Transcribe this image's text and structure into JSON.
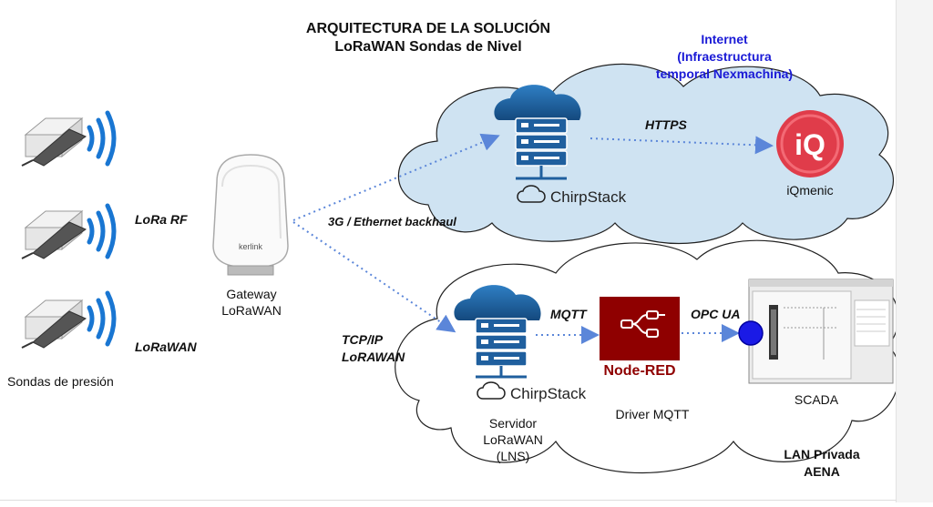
{
  "title": {
    "line1": "ARQUITECTURA DE LA SOLUCIÓN",
    "line2": "LoRaWAN Sondas de Nivel"
  },
  "internet_cloud": {
    "line1": "Internet",
    "line2": "(Infraestructura",
    "line3": "temporal Nexmachina)"
  },
  "lan_cloud": {
    "line1": "LAN Privada",
    "line2": "AENA"
  },
  "labels": {
    "lora_rf": "LoRa RF",
    "lorawan": "LoRaWAN",
    "sondas": "Sondas de presión",
    "gateway_line1": "Gateway",
    "gateway_line2": "LoRaWAN",
    "backhaul": "3G / Ethernet backhaul",
    "tcpip_line1": "TCP/IP",
    "tcpip_line2": "LoRAWAN",
    "https": "HTTPS",
    "mqtt": "MQTT",
    "opcua": "OPC UA",
    "iqmenic": "iQmenic",
    "servidor_line1": "Servidor",
    "servidor_line2": "LoRaWAN",
    "servidor_line3": "(LNS)",
    "driver": "Driver MQTT",
    "scada": "SCADA"
  },
  "logos": {
    "chirpstack": "ChirpStack",
    "nodered": "Node-RED",
    "kerlink": "kerlink",
    "iq": "iQ"
  },
  "colors": {
    "cloud_fill": "#cfe3f2",
    "arrow": "#5b86d9",
    "wave": "#1976d2",
    "server": "#1f5f9e",
    "nodered": "#8f0000",
    "iq": "#e03c4a",
    "internet_text": "#1a1ad6"
  }
}
